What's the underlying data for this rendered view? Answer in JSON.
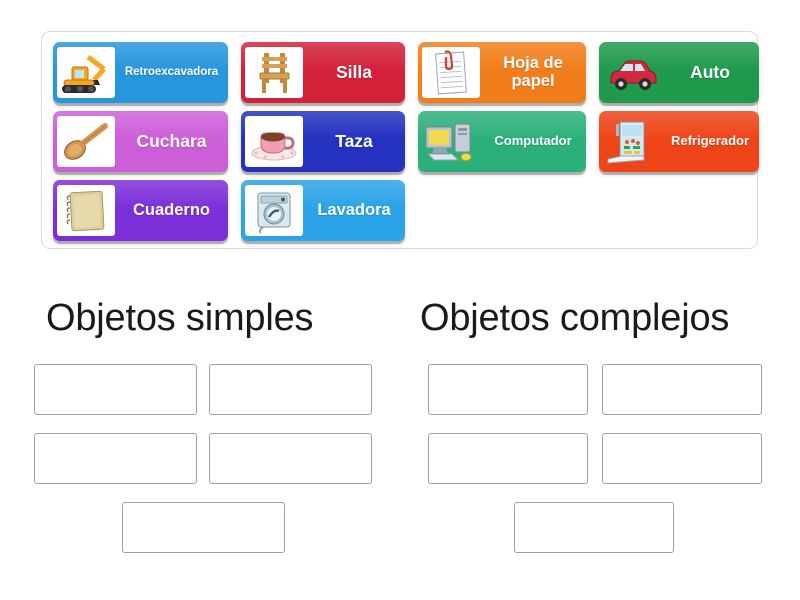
{
  "page": {
    "title": "Objetos simples / Objetos complejos",
    "activity_type": "group-sort",
    "background": "#ffffff"
  },
  "word_bank": {
    "name": "draggable-tiles-bank",
    "border_color": "#dcdcdc",
    "tiles": [
      {
        "label": "Retroexcavadora",
        "color": "#2796dc",
        "icon": "excavator-icon",
        "thumb": "white",
        "font": "fs-11"
      },
      {
        "label": "Silla",
        "color": "#d3213a",
        "icon": "chair-icon",
        "thumb": "white",
        "font": "fs-17"
      },
      {
        "label": "Hoja de\npapel",
        "color": "#f27e1b",
        "icon": "paper-sheet-icon",
        "thumb": "white",
        "font": "fs-16"
      },
      {
        "label": "Auto",
        "color": "#1f9a4d",
        "icon": "car-icon",
        "thumb": "plain",
        "font": "fs-17"
      },
      {
        "label": "Cuchara",
        "color": "#cc5fd8",
        "icon": "spoon-icon",
        "thumb": "white",
        "font": "fs-17"
      },
      {
        "label": "Taza",
        "color": "#2431c1",
        "icon": "cup-icon",
        "thumb": "white",
        "font": "fs-17"
      },
      {
        "label": "Computador",
        "color": "#2cb07a",
        "icon": "computer-icon",
        "thumb": "plain",
        "font": "fs-13"
      },
      {
        "label": "Refrigerador",
        "color": "#ef4318",
        "icon": "refrigerator-icon",
        "thumb": "plain",
        "font": "fs-13"
      },
      {
        "label": "Cuaderno",
        "color": "#7c2fd8",
        "icon": "notebook-icon",
        "thumb": "white",
        "font": "fs-16"
      },
      {
        "label": "Lavadora",
        "color": "#2aa3e8",
        "icon": "washing-machine-icon",
        "thumb": "white",
        "font": "fs-16"
      }
    ]
  },
  "groups": [
    {
      "title": "Objetos simples",
      "name": "group-objetos-simples",
      "slot_count": 5,
      "slots": [
        "",
        "",
        "",
        "",
        ""
      ]
    },
    {
      "title": "Objetos complejos",
      "name": "group-objetos-complejos",
      "slot_count": 5,
      "slots": [
        "",
        "",
        "",
        "",
        ""
      ]
    }
  ],
  "dropzone_style": {
    "border_color": "#a0a0a0",
    "fill": "#ffffff"
  }
}
